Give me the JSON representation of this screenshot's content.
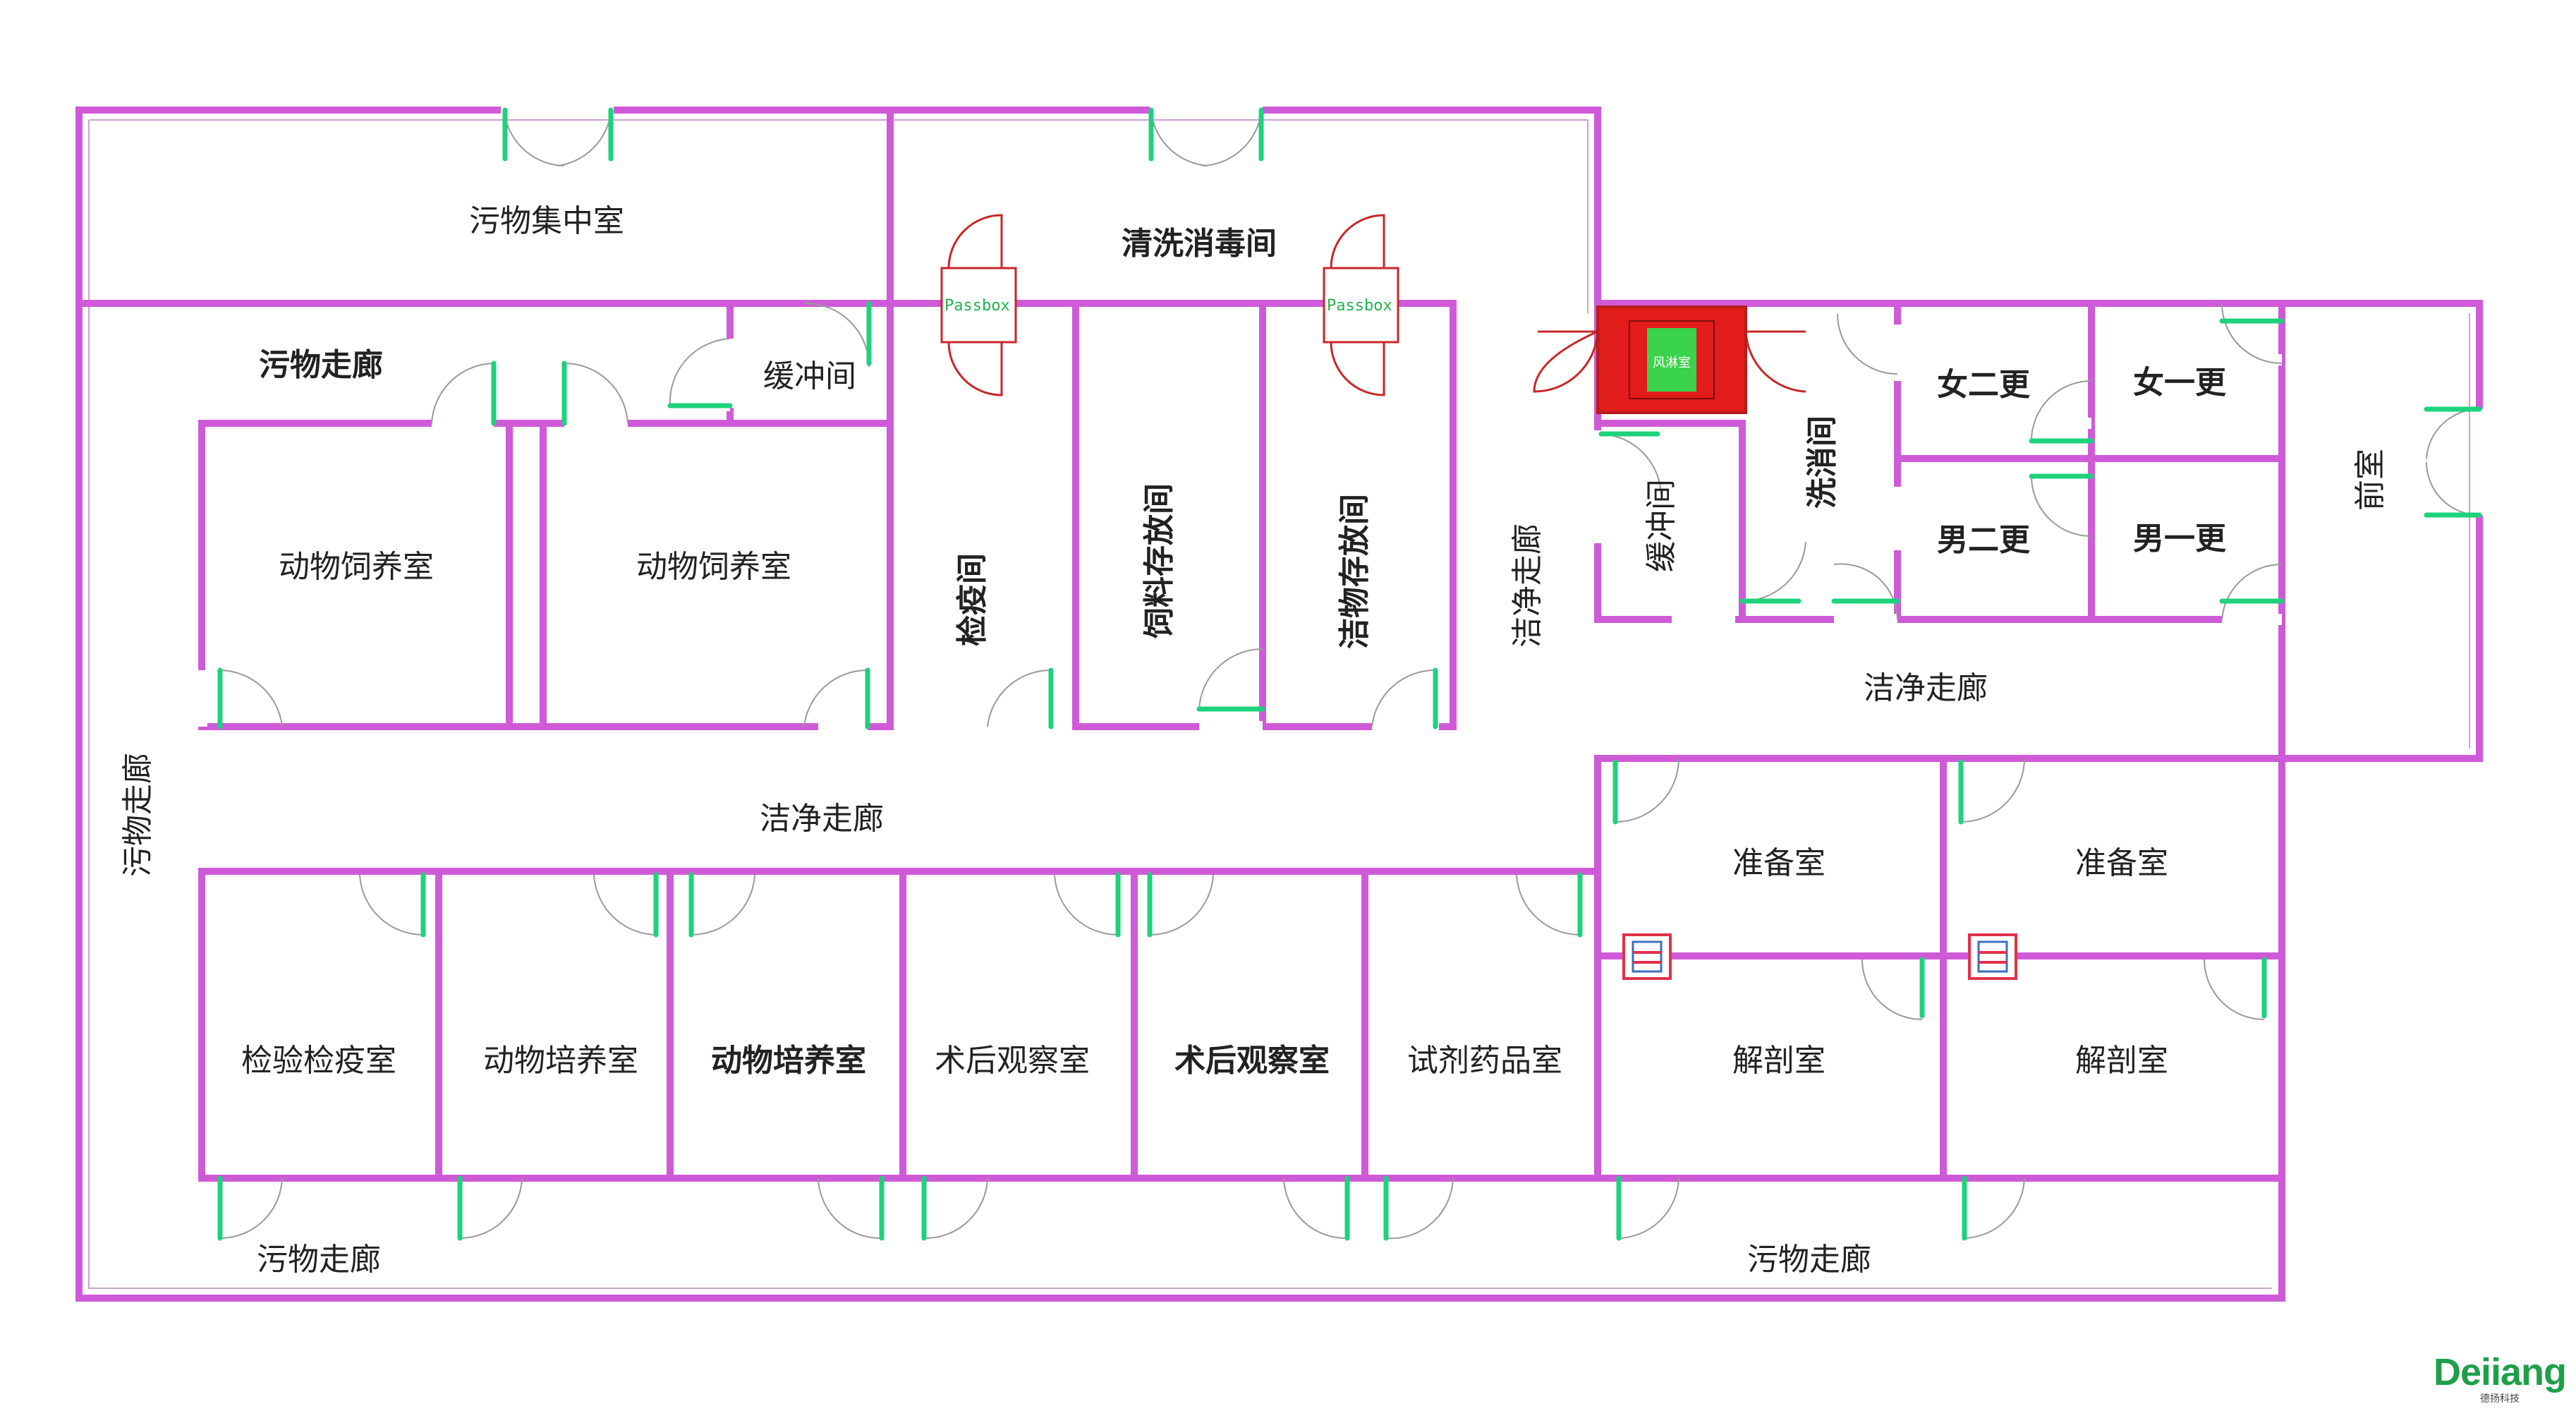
{
  "rooms": {
    "dirty_collection": "污物集中室",
    "wash_disinfect": "清洗消毒间",
    "dirty_corridor_top": "污物走廊",
    "buffer_1": "缓冲间",
    "buffer_2": "缓冲间",
    "animal_feeding_1": "动物饲养室",
    "animal_feeding_2": "动物饲养室",
    "quarantine": "检疫间",
    "feed_storage": "饲料存放间",
    "clean_storage": "洁物存放间",
    "clean_corridor_vertical": "洁净走廊",
    "wash_room": "洗消间",
    "female_2": "女二更",
    "female_1": "女一更",
    "male_2": "男二更",
    "male_1": "男一更",
    "front_room": "前室",
    "clean_corridor_right": "洁净走廊",
    "clean_corridor_main": "洁净走廊",
    "dirty_corridor_left": "污物走廊",
    "prep_1": "准备室",
    "prep_2": "准备室",
    "inspection": "检验检疫室",
    "animal_culture_1": "动物培养室",
    "animal_culture_2": "动物培养室",
    "post_op_1": "术后观察室",
    "post_op_2": "术后观察室",
    "reagent": "试剂药品室",
    "dissection_1": "解剖室",
    "dissection_2": "解剖室",
    "dirty_corridor_bottom_1": "污物走廊",
    "dirty_corridor_bottom_2": "污物走廊"
  },
  "pass_box_label": "Passbox",
  "air_shower_label": "风淋室",
  "logo": {
    "name": "Deiiang",
    "sub": "德扬科技"
  },
  "colors": {
    "wall": "#cf5ad8",
    "door": "#1ed27c",
    "pass_box": "#c62828",
    "air_shower": "#e21b1b",
    "logo": "#1f9f4a"
  }
}
